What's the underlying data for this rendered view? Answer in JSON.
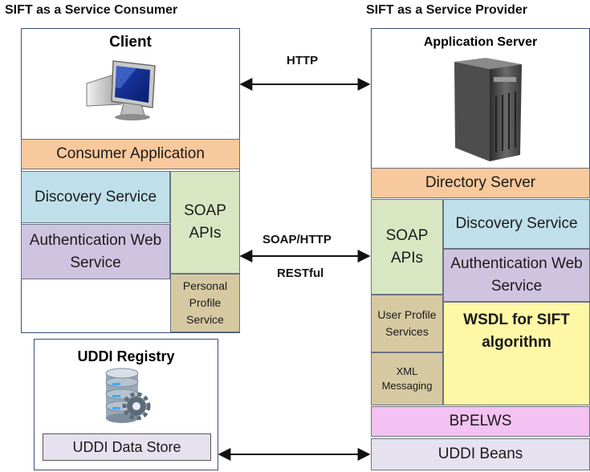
{
  "headings": {
    "consumer": "SIFT as a Service Consumer",
    "provider": "SIFT as a Service Provider"
  },
  "client": {
    "title": "Client",
    "consumer_app": "Consumer Application",
    "discovery": "Discovery Service",
    "authentication": "Authentication Web Service",
    "soap": "SOAP APIs",
    "personal_profile": "Personal Profile Service"
  },
  "server": {
    "title": "Application Server",
    "directory": "Directory Server",
    "soap": "SOAP APIs",
    "discovery": "Discovery Service",
    "authentication": "Authentication Web Service",
    "user_profile": "User Profile Services",
    "xml_messaging": "XML Messaging",
    "wsdl": "WSDL for SIFT algorithm",
    "bpelws": "BPELWS",
    "uddi_beans": "UDDI Beans"
  },
  "registry": {
    "title": "UDDI Registry",
    "data_store": "UDDI Data Store"
  },
  "connections": {
    "http": "HTTP",
    "soap_http": "SOAP/HTTP",
    "restful": "RESTful"
  },
  "colors": {
    "panel_border": "#3b4f7a",
    "peach": "#f8c99c",
    "blue": "#bfe0ea",
    "lavender": "#cfc4e0",
    "green": "#d8e7c2",
    "tan": "#d6c9a2",
    "yellow": "#fdf7a6",
    "pink": "#f4c2f2"
  }
}
